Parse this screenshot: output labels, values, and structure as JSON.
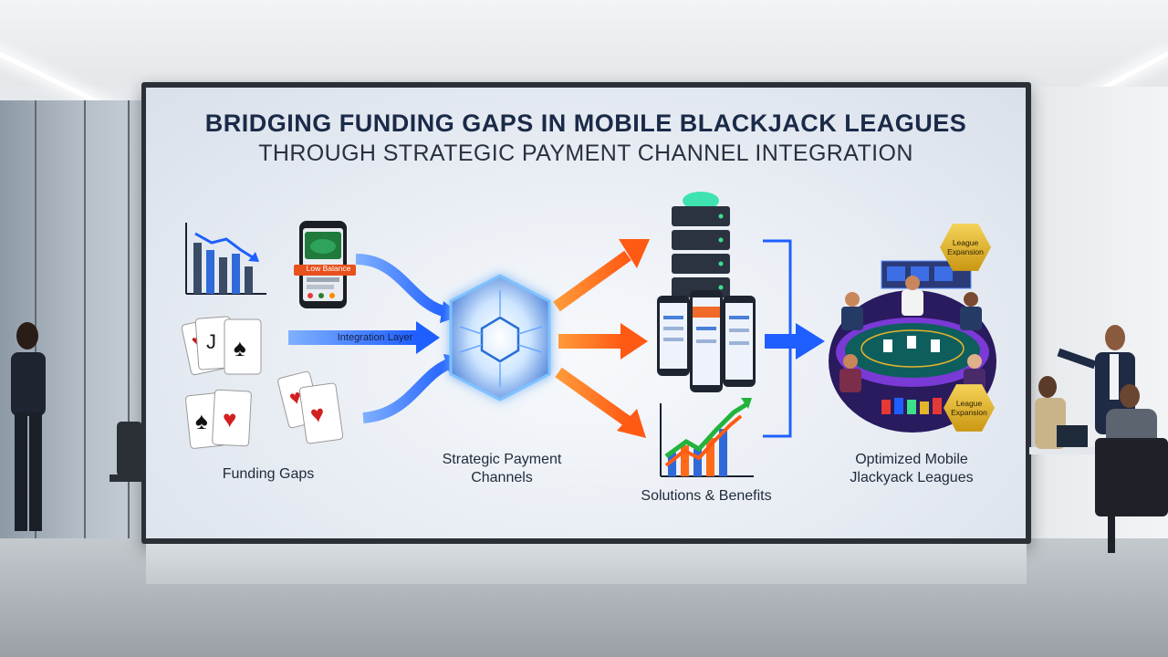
{
  "title": {
    "line1": "BRIDGING FUNDING GAPS IN MOBILE BLACKJACK LEAGUES",
    "line2": "THROUGH STRATEGIC PAYMENT CHANNEL INTEGRATION"
  },
  "sections": {
    "funding_gaps": "Funding Gaps",
    "payment_channels_line1": "Strategic Payment",
    "payment_channels_line2": "Channels",
    "solutions": "Solutions & Benefits",
    "leagues_line1": "Optimized Mobile",
    "leagues_line2": "Jlackyack Leagues"
  },
  "phone_alert": "Low Balance",
  "integration_arrow": "Integration Layer",
  "badges": [
    "League Expansion",
    "League Expansion"
  ],
  "colors": {
    "blue_arrow": "#1f5fff",
    "orange_arrow": "#ff5a14",
    "title": "#1a2a48",
    "gold_badge": "#e2b42a",
    "hexagon_glow": "#4aa8ff"
  }
}
